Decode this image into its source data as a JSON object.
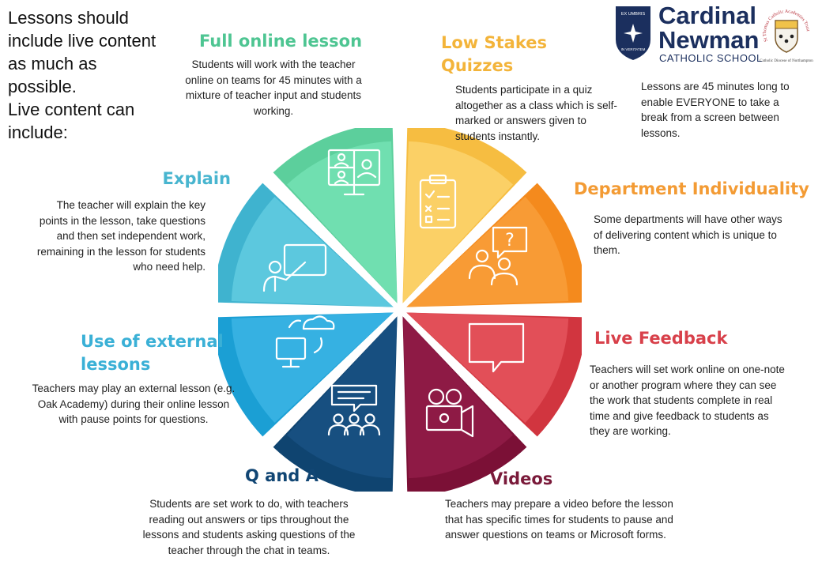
{
  "intro": {
    "lines": [
      "Lessons should",
      "include live content",
      "as much as",
      "possible.",
      "Live content can",
      "include:"
    ]
  },
  "logo": {
    "shield_top": "EX UMBRIS",
    "shield_bottom": "IN VERITATEM",
    "line1": "Cardinal",
    "line2": "Newman",
    "line3": "CATHOLIC SCHOOL",
    "crest_ring": "St Thomas Catholic Academies Trust",
    "crest_bottom": "Catholic Diocese of Northampton"
  },
  "note": "Lessons are 45 minutes long to enable EVERYONE to take a break from a screen between lessons.",
  "segments": [
    {
      "id": "full-online",
      "title": "Full online lesson",
      "body": "Students will work with the teacher online on teams for 45 minutes with a mixture of teacher input and students working.",
      "color": "#5ccf9c",
      "inner": "#70dfb0",
      "icon": "video-call-icon"
    },
    {
      "id": "low-stakes",
      "title_lines": [
        "Low Stakes",
        "Quizzes"
      ],
      "body": "Students participate in a quiz altogether as a class which is self-marked or answers given to students instantly.",
      "color": "#f6bd41",
      "inner": "#fbd066",
      "icon": "clipboard-checklist-icon"
    },
    {
      "id": "department",
      "title": "Department Individuality",
      "body": "Some departments will have other ways of delivering content which is unique to them.",
      "color": "#f48a1d",
      "inner": "#f89b35",
      "icon": "people-question-icon"
    },
    {
      "id": "live-feedback",
      "title": "Live Feedback",
      "body": "Teachers will set work online on one-note or another program where they can see the work that students complete in real time and give feedback to students as they are working.",
      "color": "#d1353f",
      "inner": "#e24f58",
      "icon": "speech-bubble-icon"
    },
    {
      "id": "videos",
      "title": "Videos",
      "body": "Teachers may prepare a video before the lesson that has specific times for students to pause and answer questions on teams or Microsoft forms.",
      "color": "#7b1036",
      "inner": "#8e1a45",
      "icon": "video-camera-icon"
    },
    {
      "id": "q-and-a",
      "title": "Q and A",
      "body": "Students are set work to do, with teachers reading out answers or tips throughout the lessons and students asking questions of the teacher through the chat in teams.",
      "color": "#0f4470",
      "inner": "#174f80",
      "icon": "group-discussion-icon"
    },
    {
      "id": "external",
      "title_lines": [
        "Use of external",
        "lessons"
      ],
      "body": "Teachers may play an external lesson (e.g. Oak Academy) during their online lesson with pause points for questions.",
      "color": "#1b9fd4",
      "inner": "#36b1e2",
      "icon": "cloud-computer-icon"
    },
    {
      "id": "explain",
      "title": "Explain",
      "body": "The teacher will explain the key points in the lesson, take questions and then set independent work, remaining in the lesson for students who need help.",
      "color": "#3fb3cf",
      "inner": "#5cc8de",
      "icon": "teacher-board-icon"
    }
  ],
  "title_colors": {
    "full-online": "#4ec592",
    "low-stakes": "#f3b43a",
    "department": "#f39b34",
    "live-feedback": "#d8404a",
    "videos": "#7a1a3a",
    "q-and-a": "#114674",
    "external": "#3ab0d6",
    "explain": "#48b5cf"
  }
}
